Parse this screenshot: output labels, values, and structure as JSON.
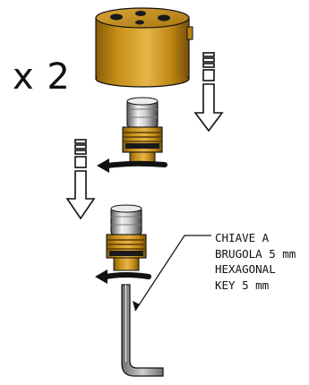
{
  "quantity_label": "x 2",
  "callout": {
    "lines": [
      "CHIAVE A",
      "BRUGOLA 5 mm",
      "HEXAGONAL",
      "KEY 5 mm"
    ]
  },
  "colors": {
    "brass": "#c9931a",
    "brass_dark": "#8a5f08",
    "outline": "#111111",
    "background": "#ffffff",
    "key_metal": "#9a9a9a"
  },
  "icons": {
    "cap": "brass-cap-icon",
    "cartridge": "valve-cartridge-icon",
    "arrow": "down-arrow-icon",
    "rotate": "rotate-arrow-icon",
    "key": "hex-key-icon"
  }
}
